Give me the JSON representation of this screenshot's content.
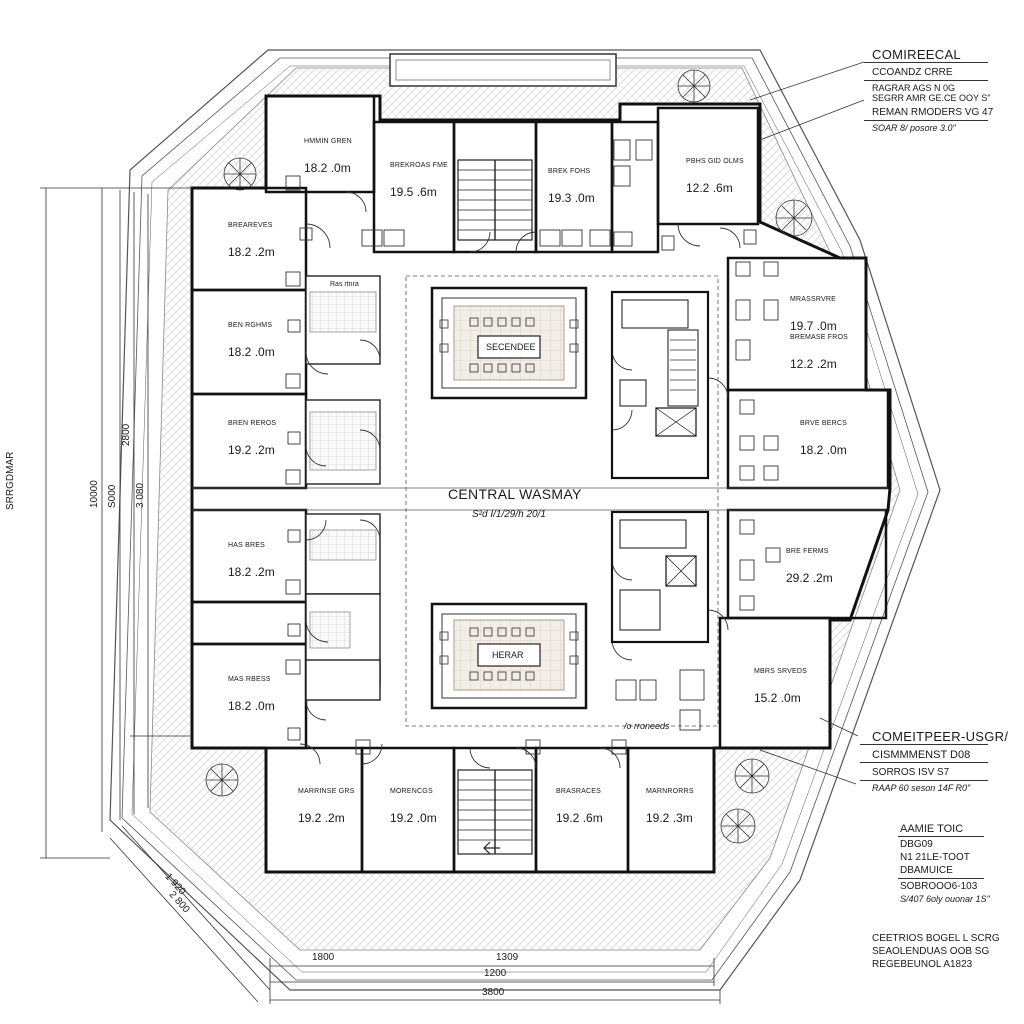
{
  "plan": {
    "center_label": "CENTRAL WASMAY",
    "center_sub": "S²d I/1/29/h 20/1",
    "lounge_top_label": "SECENDEE",
    "lounge_bottom_label": "HERAR",
    "stair_core_label": "Ras rtnra",
    "right_note": "/o rroneeds",
    "rooms": [
      {
        "id": "t1",
        "name": "HMMIN GREN",
        "area": "18.2 .0m"
      },
      {
        "id": "t2",
        "name": "BREKROAS FME",
        "area": "19.5 .6m"
      },
      {
        "id": "t3",
        "name": "BREK FOHS",
        "area": "19.3 .0m"
      },
      {
        "id": "t4",
        "name": "PBHS GID OLMS",
        "area": "12.2 .6m"
      },
      {
        "id": "l1",
        "name": "BREAREVES",
        "area": "18.2 .2m"
      },
      {
        "id": "l2",
        "name": "BEN RGHMS",
        "area": "18.2 .0m"
      },
      {
        "id": "l3",
        "name": "BREN REROS",
        "area": "19.2 .2m"
      },
      {
        "id": "l4",
        "name": "HAS BRES",
        "area": "18.2 .2m"
      },
      {
        "id": "l5",
        "name": "MAS RBESS",
        "area": "18.2 .0m"
      },
      {
        "id": "r1",
        "name": "MRASSRVRE",
        "area": "19.7 .0m"
      },
      {
        "id": "r1b",
        "name": "BREMASE FROS",
        "area": "12.2 .2m"
      },
      {
        "id": "r2",
        "name": "BRVE BERCS",
        "area": "18.2 .0m"
      },
      {
        "id": "r3",
        "name": "BRE FERMS",
        "area": "29.2 .2m"
      },
      {
        "id": "r4",
        "name": "MBRS SRVEDS",
        "area": "15.2 .0m"
      },
      {
        "id": "b1",
        "name": "MARRINSE GRS",
        "area": "19.2 .2m"
      },
      {
        "id": "b2",
        "name": "MORENCGS",
        "area": "19.2 .0m"
      },
      {
        "id": "b3",
        "name": "BRASRACES",
        "area": "19.2 .6m"
      },
      {
        "id": "b4",
        "name": "MARNRORRS",
        "area": "19.2 .3m"
      }
    ],
    "dims_bottom": [
      "1800",
      "1309",
      "1200",
      "3800"
    ],
    "dims_left": [
      "SRRGDMAR",
      "10000",
      "S000",
      "2800",
      "3 080"
    ],
    "dims_diag": [
      "1 920",
      "2 800"
    ]
  },
  "annotations": {
    "top": {
      "title": "COMIREECAL",
      "line1": "CCOANDZ CRRE",
      "line2": "RAGRAR AGS N 0G",
      "line3": "SEGRR AMR GE.CE OOY  S\"",
      "line4": "REMAN RMODERS  VG  47",
      "line5": "SOAR  8/ posore  3.0\""
    },
    "right_mid": {
      "title": "COMEITPEER-USGR/",
      "line1": "CISMMMENST D08",
      "line2": "SORROS ISV  S7",
      "line3": "RAAP  60 seson  14F  R0\""
    },
    "right_low": {
      "title": "AAMIE TOIC",
      "line1": "DBG09",
      "line2": "N1  21LE-TOOT",
      "line3": "DBAMUICE",
      "line4": "SOBROOO6-103",
      "line5": "S/407  6oly ouonar  1S\""
    },
    "bottom_right": {
      "line1": "CEETRIOS BOGEL L SCRG",
      "line2": "SEAOLENDUAS OOB SG",
      "line3": "REGEBEUNOL A1823"
    }
  }
}
